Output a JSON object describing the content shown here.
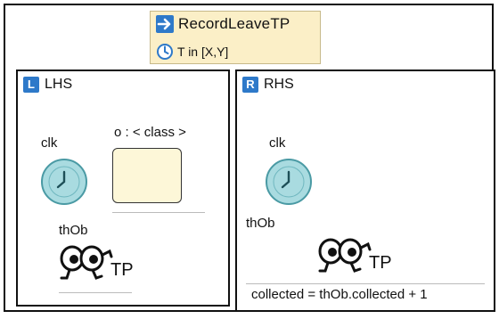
{
  "rule": {
    "name": "RecordLeaveTP",
    "condition": "T in [X,Y]"
  },
  "lhs": {
    "badge": "L",
    "title": "LHS",
    "clock_label": "clk",
    "object_label": "o : < class >",
    "token_label": "thOb",
    "token_suffix": "TP"
  },
  "rhs": {
    "badge": "R",
    "title": "RHS",
    "clock_label": "clk",
    "token_label": "thOb",
    "token_suffix": "TP",
    "update": "collected = thOb.collected + 1"
  },
  "colors": {
    "header_bg": "#fbefc7",
    "badge_blue": "#2e79c9",
    "clock_fill": "#a9dbe0",
    "class_fill": "#fdf7d8"
  },
  "icons": {
    "rule": "arrow-right-icon",
    "condition": "clock-icon",
    "token": "eyes-token-icon"
  }
}
